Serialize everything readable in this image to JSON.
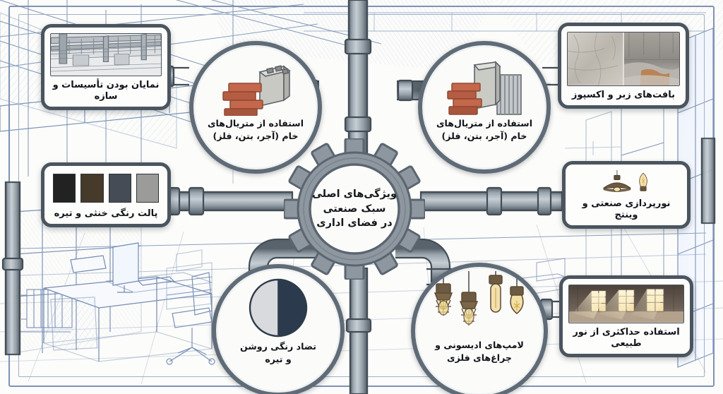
{
  "infographic": {
    "language": "fa",
    "direction": "rtl",
    "center": {
      "shape": "gear",
      "line1": "ویژگی‌های اصلی",
      "line2": "سبک صنعتی",
      "line3": "در فضای اداری",
      "gear_fill": "#8e979f",
      "gear_stroke": "#5a6570"
    },
    "nodes": [
      {
        "id": "materials-left",
        "type": "circle",
        "label_line1": "استفاده از متریال‌های",
        "label_line2": "خام (آجر، بتن، فلز)",
        "icon": "brick-and-concrete-block-icon",
        "position": "top-left-inner"
      },
      {
        "id": "materials-right",
        "type": "circle",
        "label_line1": "استفاده از متریال‌های",
        "label_line2": "خام (آجر، بتن، فلز)",
        "icon": "brick-concrete-corrugated-metal-icon",
        "position": "top-right-inner"
      },
      {
        "id": "contrast",
        "type": "circle",
        "label_line1": "تضاد رنگی روشن",
        "label_line2": "و تیره",
        "icon": "half-light-dark-circle-icon",
        "position": "bottom-left-inner",
        "light_color": "#d8dade",
        "dark_color": "#2c3a4d"
      },
      {
        "id": "edison-lamps",
        "type": "circle",
        "label_line1": "لامپ‌های ادیسونی و",
        "label_line2": "چراغ‌های فلزی",
        "icon": "hanging-edison-bulbs-icon",
        "position": "bottom-center-inner"
      }
    ],
    "cards": [
      {
        "id": "exposed-structure",
        "type": "card",
        "label": "نمایان بودن تأسیسات و سازه",
        "image": "industrial-ceiling-beams-photo",
        "position": "top-left"
      },
      {
        "id": "rough-textures",
        "type": "card",
        "label": "بافت‌های زبر و اکسپوز",
        "image": "raw-concrete-texture-photo",
        "position": "top-right"
      },
      {
        "id": "color-palette",
        "type": "card",
        "label": "پالت رنگی خنثی و تیره",
        "image": "color-swatches",
        "position": "middle-left",
        "swatches": [
          "#9b9b99",
          "#454c55",
          "#463a2b",
          "#222222"
        ]
      },
      {
        "id": "industrial-lighting",
        "type": "card",
        "label": "نورپردازی صنعتی و وینتج",
        "image": "pendant-lamp-and-edison-bulb-icon",
        "position": "middle-right"
      },
      {
        "id": "natural-light",
        "type": "card",
        "label": "استفاده حداکثری از نور طبیعی",
        "image": "sunlit-industrial-windows-photo",
        "position": "bottom-right"
      }
    ],
    "background": {
      "style": "blueprint-line-sketch",
      "subject": "industrial office interior with desks, monitor, chair, windows, ducts",
      "line_color": "#7f93b5",
      "paper_color": "#fcfcfa"
    },
    "pipes": {
      "color_light": "#b9c2c9",
      "color_mid": "#8d979f",
      "color_dark": "#4d575f"
    }
  }
}
